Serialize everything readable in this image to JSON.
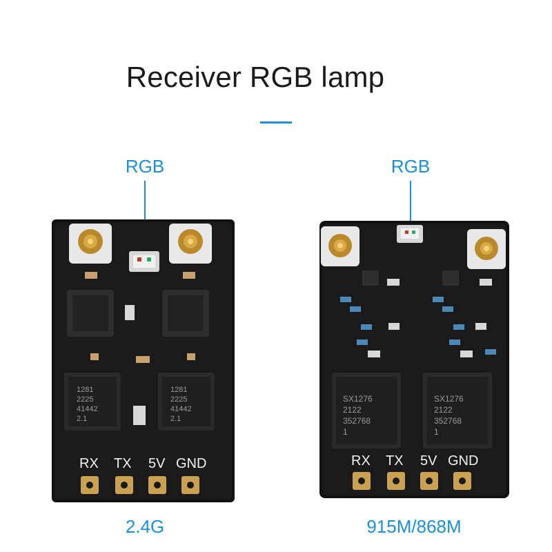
{
  "title": "Receiver RGB lamp",
  "accent_color": "#1e8fd6",
  "boards": [
    {
      "pointer_label": "RGB",
      "caption": "2.4G",
      "chips": [
        {
          "lines": [
            "1281",
            "2225",
            "41442",
            "2.1"
          ]
        },
        {
          "lines": [
            "1281",
            "2225",
            "41442",
            "2.1"
          ]
        }
      ],
      "pads": [
        "RX",
        "TX",
        "5V",
        "GND"
      ]
    },
    {
      "pointer_label": "RGB",
      "caption": "915M/868M",
      "chips": [
        {
          "lines": [
            "SX1276",
            "2122",
            "352768",
            "1"
          ]
        },
        {
          "lines": [
            "SX1276",
            "2122",
            "352768",
            "1"
          ]
        }
      ],
      "pads": [
        "RX",
        "TX",
        "5V",
        "GND"
      ]
    }
  ]
}
